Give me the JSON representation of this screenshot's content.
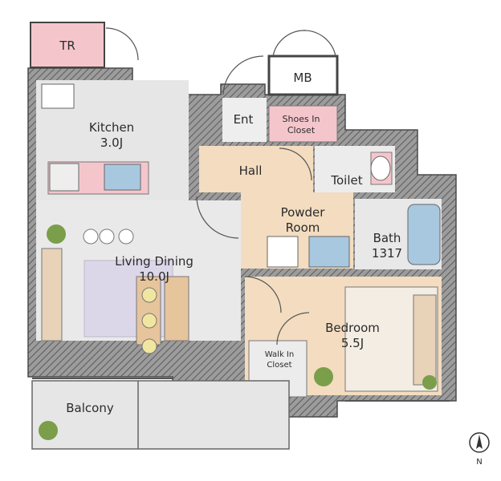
{
  "rooms": {
    "tr": "TR",
    "mb": "MB",
    "kitchen": {
      "name": "Kitchen",
      "size": "3.0J"
    },
    "ent": "Ent",
    "shoes_closet": {
      "line1": "Shoes In",
      "line2": "Closet"
    },
    "hall": "Hall",
    "toilet": "Toilet",
    "powder_room": {
      "line1": "Powder",
      "line2": "Room"
    },
    "bath": {
      "name": "Bath",
      "size": "1317"
    },
    "living_dining": {
      "name": "Living Dining",
      "size": "10.0J"
    },
    "bedroom": {
      "name": "Bedroom",
      "size": "5.5J"
    },
    "walk_in_closet": {
      "line1": "Walk In",
      "line2": "Closet"
    },
    "balcony": "Balcony"
  },
  "compass": {
    "label": "N"
  },
  "colors": {
    "wall": "#8a8a8a",
    "wood_floor": "#f3dcc0",
    "tile_floor": "#e4e4e4",
    "pink_fixture": "#f4c6cc",
    "blue_fixture": "#a8c8e0",
    "rug": "#d9d4e6",
    "plant": "#7a9e4a"
  }
}
